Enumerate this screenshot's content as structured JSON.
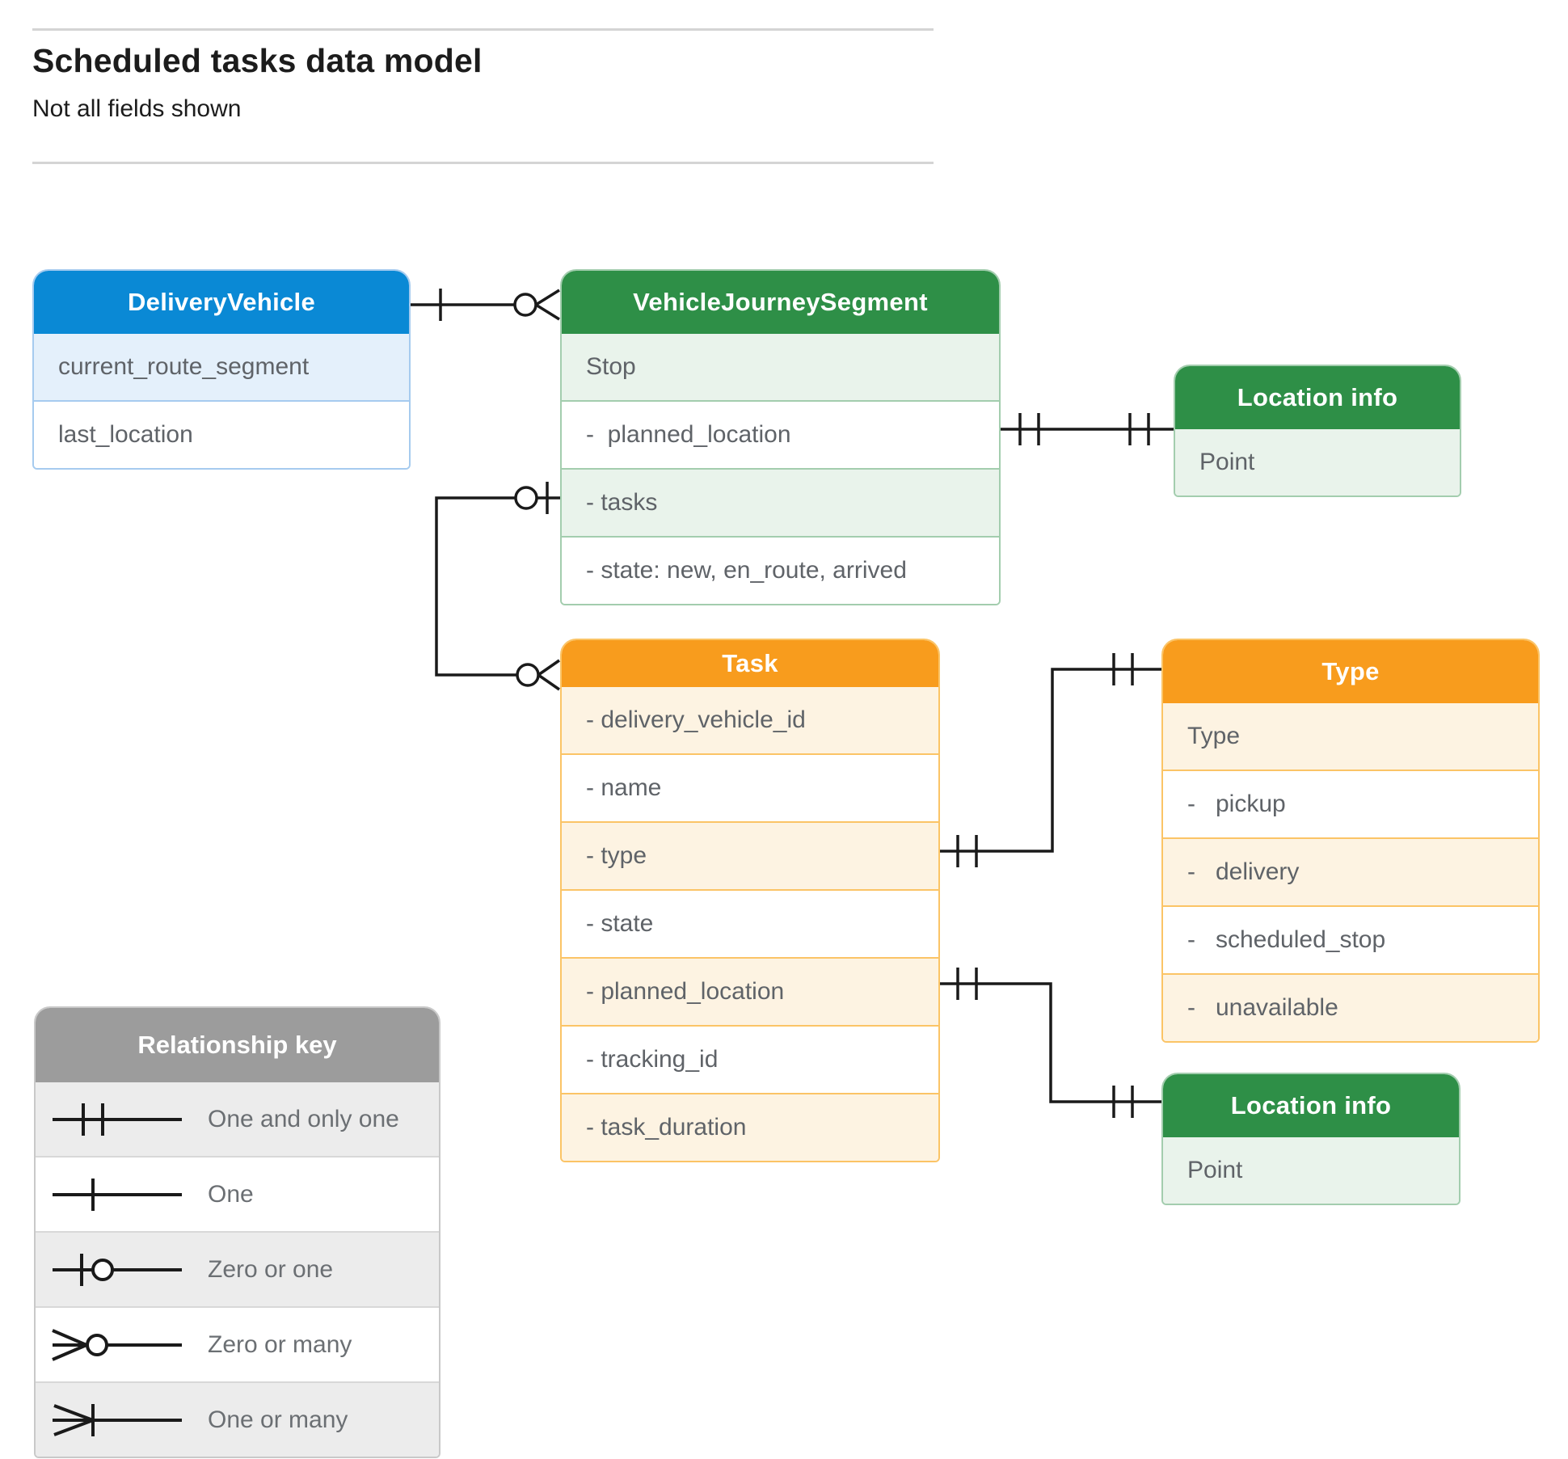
{
  "page": {
    "title": "Scheduled tasks data model",
    "subtitle": "Not all fields shown"
  },
  "colors": {
    "blue_header": "#0A89D5",
    "blue_tint": "#E4F0FB",
    "blue_border": "#A6CBEF",
    "green_header": "#2E8F47",
    "green_tint": "#E9F3EB",
    "green_border": "#A3CDAE",
    "orange_header": "#F89C1D",
    "orange_tint": "#FDF3E2",
    "orange_border": "#FBC466",
    "gray_header": "#9C9C9C",
    "gray_tint": "#ECECEC",
    "gray_border": "#C9C9C9",
    "row_text": "#5F6368",
    "line": "#1A1A1A"
  },
  "entities": {
    "delivery_vehicle": {
      "title": "DeliveryVehicle",
      "rows": [
        "current_route_segment",
        "last_location"
      ]
    },
    "vehicle_journey_segment": {
      "title": "VehicleJourneySegment",
      "rows": [
        "Stop",
        "-  planned_location",
        "- tasks",
        "- state: new, en_route, arrived"
      ]
    },
    "location_info_top": {
      "title": "Location info",
      "rows": [
        "Point"
      ]
    },
    "task": {
      "title": "Task",
      "rows": [
        "- delivery_vehicle_id",
        "- name",
        "- type",
        "- state",
        "- planned_location",
        "- tracking_id",
        "- task_duration"
      ]
    },
    "type": {
      "title": "Type",
      "rows": [
        "Type",
        "-   pickup",
        "-   delivery",
        "-   scheduled_stop",
        "-   unavailable"
      ]
    },
    "location_info_bottom": {
      "title": "Location info",
      "rows": [
        "Point"
      ]
    }
  },
  "relationships": [
    {
      "from": "DeliveryVehicle",
      "from_cardinality": "one",
      "to": "VehicleJourneySegment",
      "to_cardinality": "zero-or-many"
    },
    {
      "from": "VehicleJourneySegment.planned_location",
      "from_cardinality": "one-and-only-one",
      "to": "Location info (top)",
      "to_cardinality": "one-and-only-one"
    },
    {
      "from": "VehicleJourneySegment.tasks",
      "from_cardinality": "zero-or-one",
      "to": "Task",
      "to_cardinality": "zero-or-many"
    },
    {
      "from": "Task.type",
      "from_cardinality": "one-and-only-one",
      "to": "Type",
      "to_cardinality": "one-and-only-one"
    },
    {
      "from": "Task.planned_location",
      "from_cardinality": "one-and-only-one",
      "to": "Location info (bottom)",
      "to_cardinality": "one-and-only-one"
    }
  ],
  "legend": {
    "title": "Relationship key",
    "items": [
      {
        "symbol": "one-and-only-one",
        "label": "One and only one"
      },
      {
        "symbol": "one",
        "label": "One"
      },
      {
        "symbol": "zero-or-one",
        "label": "Zero or one"
      },
      {
        "symbol": "zero-or-many",
        "label": "Zero or many"
      },
      {
        "symbol": "one-or-many",
        "label": "One or many"
      }
    ]
  }
}
